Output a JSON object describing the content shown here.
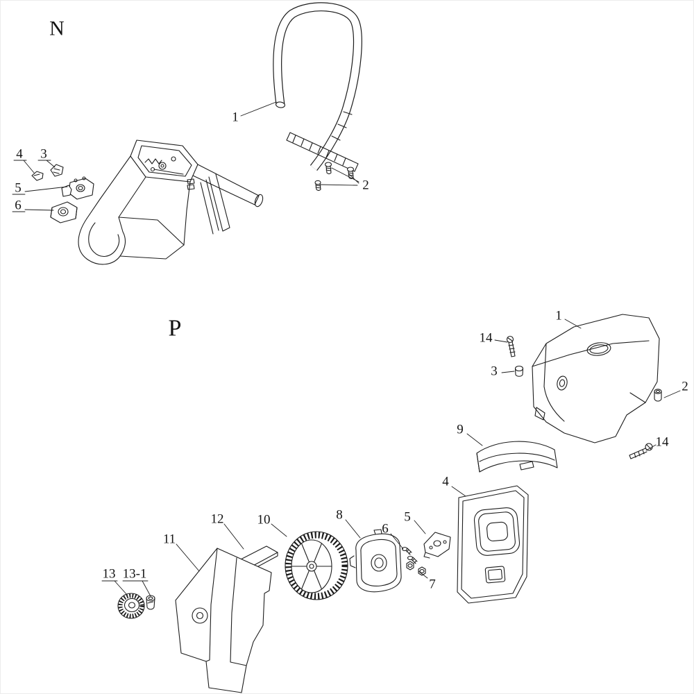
{
  "diagram": {
    "background": "#ffffff",
    "line_color": "#1c1c1c",
    "sections": [
      {
        "label": "N",
        "callouts": [
          "1",
          "2",
          "3",
          "4",
          "5",
          "6"
        ]
      },
      {
        "label": "P",
        "callouts": [
          "1",
          "14",
          "3",
          "2",
          "14",
          "9",
          "4",
          "5",
          "8",
          "6",
          "10",
          "12",
          "7",
          "11",
          "13",
          "13-1"
        ]
      }
    ]
  }
}
